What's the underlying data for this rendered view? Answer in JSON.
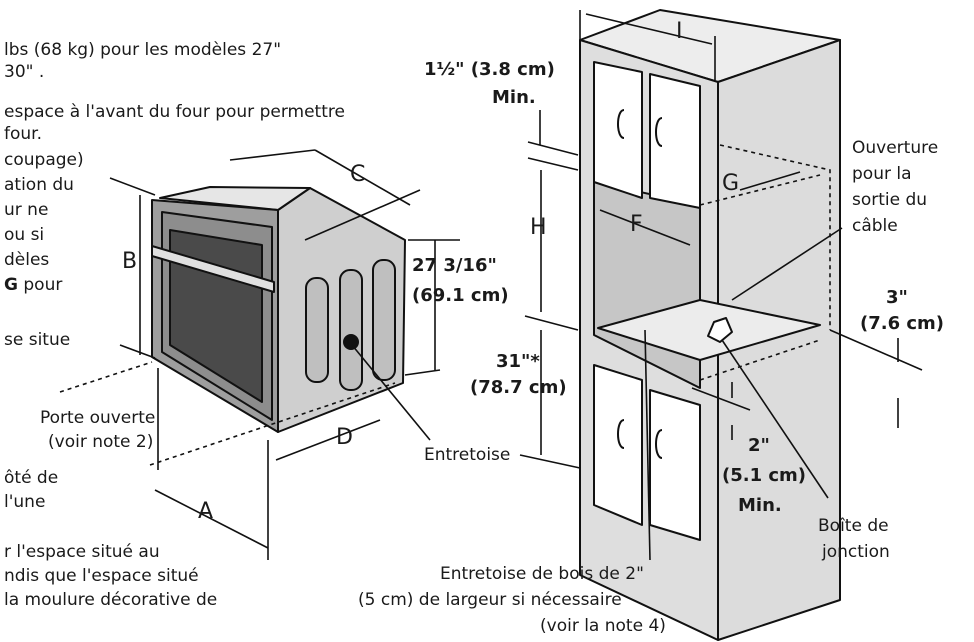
{
  "notes": {
    "l1": "lbs (68 kg) pour les modèles 27\"",
    "l2": "30\" .",
    "l3": "espace à l'avant du four pour permettre",
    "l4": "four.",
    "l5": "coupage)",
    "l6": "ation du",
    "l7": "ur ne",
    "l8": "ou si",
    "l9": "dèles",
    "l10_bold": "G",
    "l10_rest": " pour",
    "l11": "se situe",
    "l12": "ôté de",
    "l13": "l'une",
    "l14": "r l'espace situé au",
    "l15": "ndis que l'espace situé",
    "l16": "la moulure décorative de"
  },
  "oven": {
    "label_a": "A",
    "label_b": "B",
    "label_c": "C",
    "label_d": "D",
    "height_in": "27 3/16\"",
    "height_cm": "(69.1 cm)",
    "door_open_1": "Porte ouverte",
    "door_open_2": "(voir note 2)",
    "spacer": "Entretoise"
  },
  "cabinet": {
    "label_i": "I",
    "label_g": "G",
    "label_f": "F",
    "label_h": "H",
    "top_min_1": "1½\" (3.8 cm)",
    "top_min_2": "Min.",
    "bottom_1": "31\"*",
    "bottom_2": "(78.7 cm)",
    "gap_1": "2\"",
    "gap_2": "(5.1 cm)",
    "gap_3": "Min.",
    "right_1": "3\"",
    "right_2": "(7.6 cm)",
    "cable_1": "Ouverture",
    "cable_2": "pour la",
    "cable_3": "sortie du",
    "cable_4": "câble",
    "junction_1": "Boîte de",
    "junction_2": "jonction",
    "wood_1": "Entretoise de bois de 2\"",
    "wood_2": "(5 cm) de largeur si nécessaire",
    "wood_3": "(voir la note 4)"
  }
}
